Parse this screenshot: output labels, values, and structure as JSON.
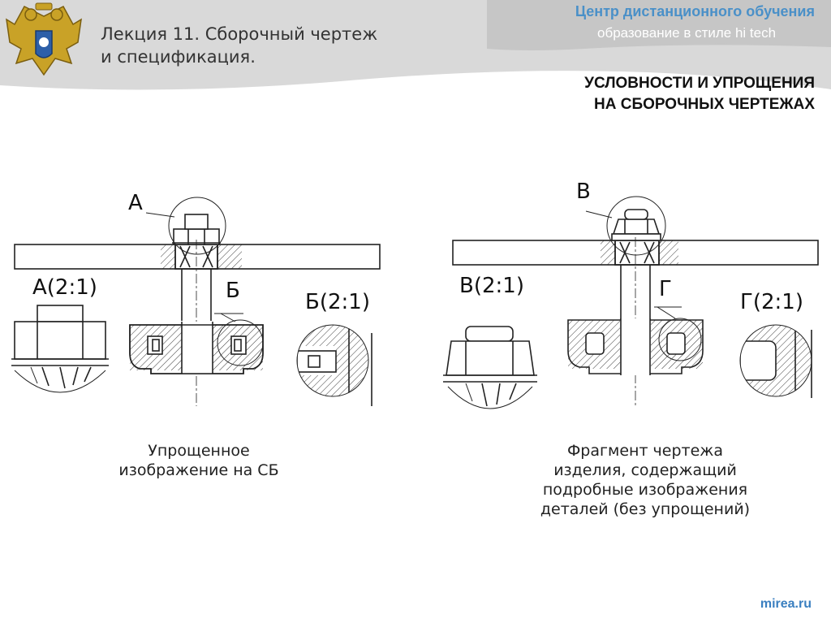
{
  "header": {
    "lecture_title_line1": "Лекция 11. Сборочный чертеж",
    "lecture_title_line2": "и спецификация.",
    "center_name": "Центр дистанционного обучения",
    "tagline": "образование в стиле hi tech",
    "band_color": "#d9d9d9",
    "accent_color": "#4a90c8"
  },
  "slide": {
    "heading_line1": "УСЛОВНОСТИ И УПРОЩЕНИЯ",
    "heading_line2": "НА СБОРОЧНЫХ ЧЕРТЕЖАХ"
  },
  "drawings": {
    "left": {
      "label_a": "А",
      "label_a_scale": "А(2:1)",
      "label_b": "Б",
      "label_b_scale": "Б(2:1)"
    },
    "right": {
      "label_v": "В",
      "label_v_scale": "В(2:1)",
      "label_g": "Г",
      "label_g_scale": "Г(2:1)"
    }
  },
  "captions": {
    "left_line1": "Упрощенное",
    "left_line2": "изображение на СБ",
    "right_line1": "Фрагмент чертежа",
    "right_line2": "изделия, содержащий",
    "right_line3": "подробные изображения",
    "right_line4": "деталей (без упрощений)"
  },
  "footer": {
    "site": "mirea.ru"
  }
}
